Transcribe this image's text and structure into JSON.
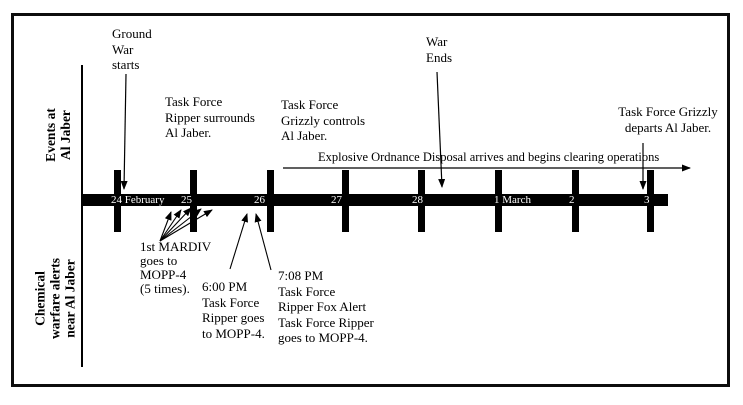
{
  "diagram": {
    "side_labels": {
      "top": "Events at\nAl Jaber",
      "bottom": "Chemical\nwarfare alerts\nnear Al Jaber"
    },
    "timeline": {
      "dates": [
        {
          "label": "24 February"
        },
        {
          "label": "25"
        },
        {
          "label": "26"
        },
        {
          "label": "27"
        },
        {
          "label": "28"
        },
        {
          "label": "1 March"
        },
        {
          "label": "2"
        },
        {
          "label": "3"
        }
      ]
    },
    "events_above": {
      "ground_war": "Ground\nWar\nstarts",
      "ripper_surrounds": "Task Force\nRipper surrounds\nAl Jaber.",
      "grizzly_controls": "Task Force\nGrizzly controls\nAl Jaber.",
      "war_ends": "War\nEnds",
      "eod": "Explosive Ordnance Disposal arrives and begins clearing operations",
      "grizzly_departs": "Task Force Grizzly\ndeparts Al Jaber."
    },
    "events_below": {
      "mardiv": "1st MARDIV\ngoes to\nMOPP-4\n(5 times).",
      "six_pm": "6:00 PM\nTask Force\nRipper goes\nto MOPP-4.",
      "seven_08_pm": "7:08 PM\nTask Force\nRipper Fox Alert\nTask Force Ripper\ngoes to MOPP-4."
    },
    "colors": {
      "ink": "#000000",
      "background": "#ffffff",
      "bar": "#000000",
      "date_text": "#ffffff"
    }
  }
}
